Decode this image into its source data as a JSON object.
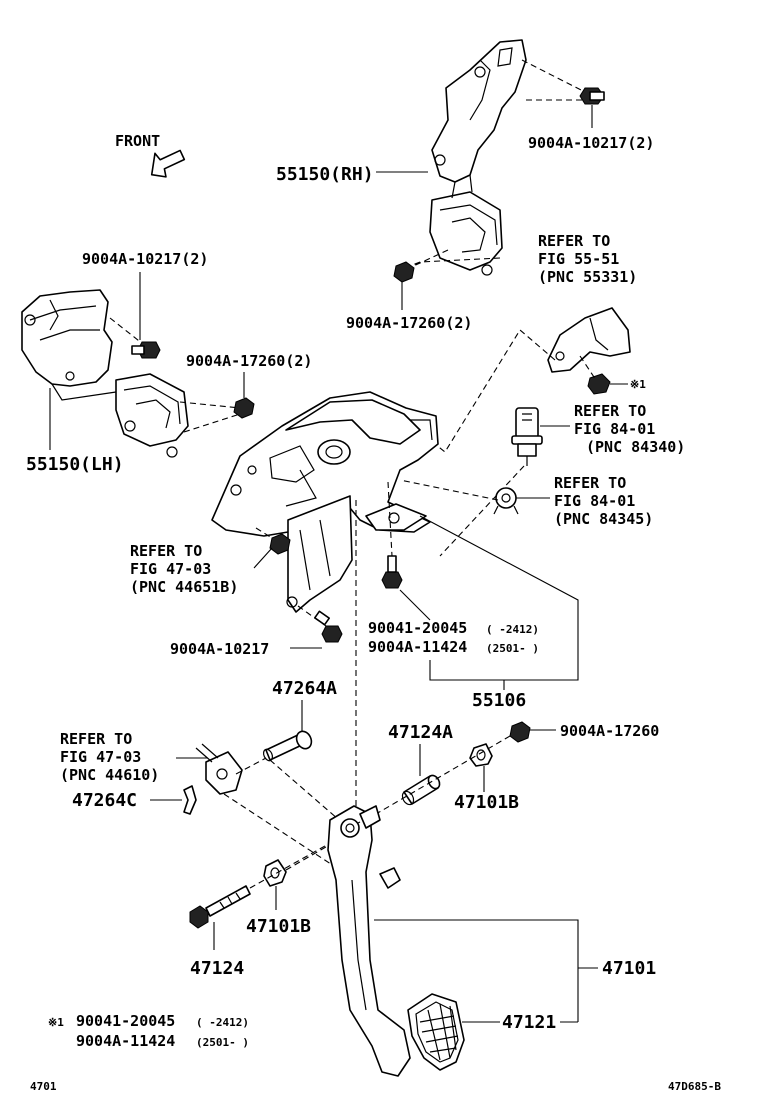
{
  "front_label": "FRONT",
  "labels": {
    "l_10217_top": "9004A-10217(2)",
    "l_55150rh": "55150(RH)",
    "l_17260_top": "9004A-17260(2)",
    "l_refer_5551_a": "REFER TO",
    "l_refer_5551_b": "FIG 55-51",
    "l_refer_5551_c": "(PNC 55331)",
    "l_note_mark": "※1",
    "l_refer_84340_a": "REFER TO",
    "l_refer_84340_b": "FIG 84-01",
    "l_refer_84340_c": "(PNC 84340)",
    "l_refer_84345_a": "REFER TO",
    "l_refer_84345_b": "FIG 84-01",
    "l_refer_84345_c": "(PNC 84345)",
    "l_10217_left": "9004A-10217(2)",
    "l_17260_mid": "9004A-17260(2)",
    "l_55150lh": "55150(LH)",
    "l_refer_44651_a": "REFER TO",
    "l_refer_44651_b": "FIG 47-03",
    "l_refer_44651_c": "(PNC 44651B)",
    "l_20045_a": "90041-20045",
    "l_20045_a_range": "(   -2412)",
    "l_11424_a": "9004A-11424",
    "l_11424_a_range": "(2501-    )",
    "l_10217_bot": "9004A-10217",
    "l_55106": "55106",
    "l_47264a": "47264A",
    "l_refer_44610_a": "REFER TO",
    "l_refer_44610_b": "FIG 47-03",
    "l_refer_44610_c": "(PNC 44610)",
    "l_47264c": "47264C",
    "l_47124a": "47124A",
    "l_17260_bot": "9004A-17260",
    "l_47101b_r": "47101B",
    "l_47101b_l": "47101B",
    "l_47124": "47124",
    "l_47101": "47101",
    "l_47121": "47121",
    "l_foot_mark": "※1",
    "l_foot_20045": "90041-20045",
    "l_foot_20045_range": "(   -2412)",
    "l_foot_11424": "9004A-11424",
    "l_foot_11424_range": "(2501-    )",
    "l_page": "4701",
    "l_figcode": "47D685-B"
  }
}
